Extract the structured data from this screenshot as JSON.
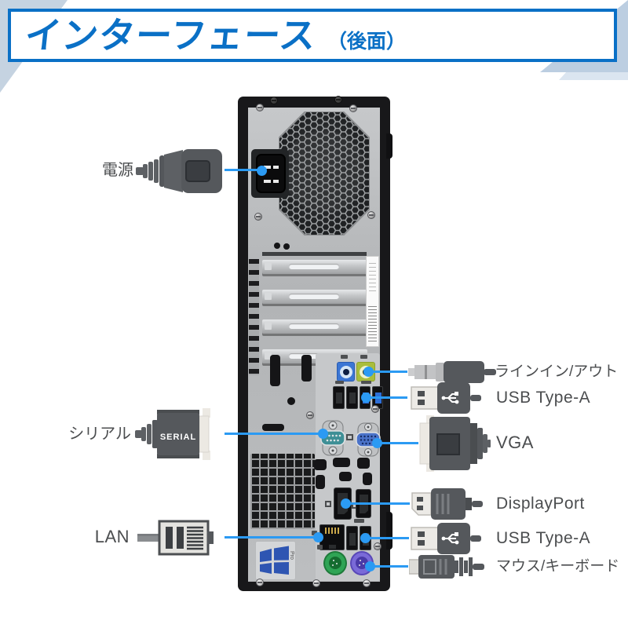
{
  "header": {
    "title": "インターフェース",
    "subtitle": "（後面）"
  },
  "colors": {
    "accent_blue": "#0A70C6",
    "callout_blue": "#2B9AF3"
  },
  "device": {
    "windows_sticker_text": "Pro"
  },
  "callouts": {
    "power": {
      "label": "電源"
    },
    "line_in_out": {
      "label": "ラインイン/アウト"
    },
    "usb_top": {
      "label": "USB Type-A"
    },
    "serial": {
      "label": "シリアル",
      "connector_text": "SERIAL"
    },
    "vga": {
      "label": "VGA"
    },
    "displayport": {
      "label": "DisplayPort"
    },
    "lan": {
      "label": "LAN"
    },
    "usb_bottom": {
      "label": "USB Type-A"
    },
    "mouse_keyboard": {
      "label": "マウス/キーボード"
    }
  }
}
